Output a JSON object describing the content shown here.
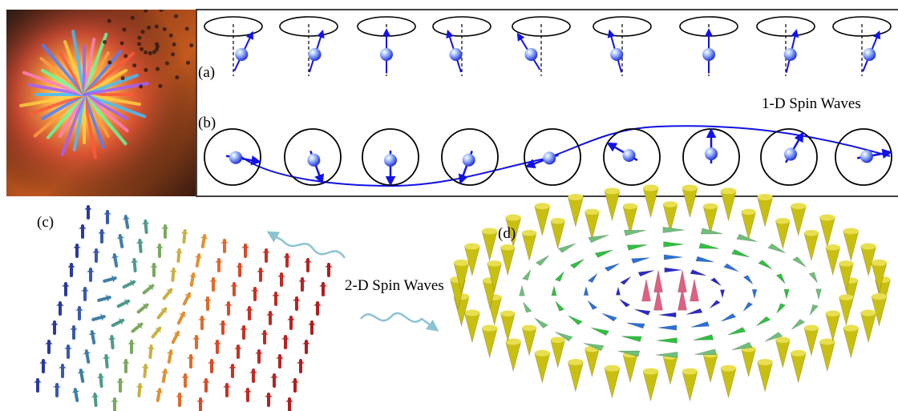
{
  "labels": {
    "a": "(a)",
    "b": "(b)",
    "c": "(c)",
    "d": "(d)",
    "spin_waves_1d": "1-D Spin Waves",
    "spin_waves_2d": "2-D Spin Waves"
  },
  "colors": {
    "spin_arrow": "#1212e6",
    "sphere_light": "#cfe0ff",
    "sphere_dark": "#2030e0",
    "wave_arrow": "#8cc3d3",
    "cone_yellow": "#c9bf10"
  },
  "icons": {
    "precession": "precessing-spin-icon",
    "sphere": "spin-sphere-icon",
    "cone": "spin-cone-icon",
    "wavy_arrow": "wavy-arrow-icon"
  }
}
